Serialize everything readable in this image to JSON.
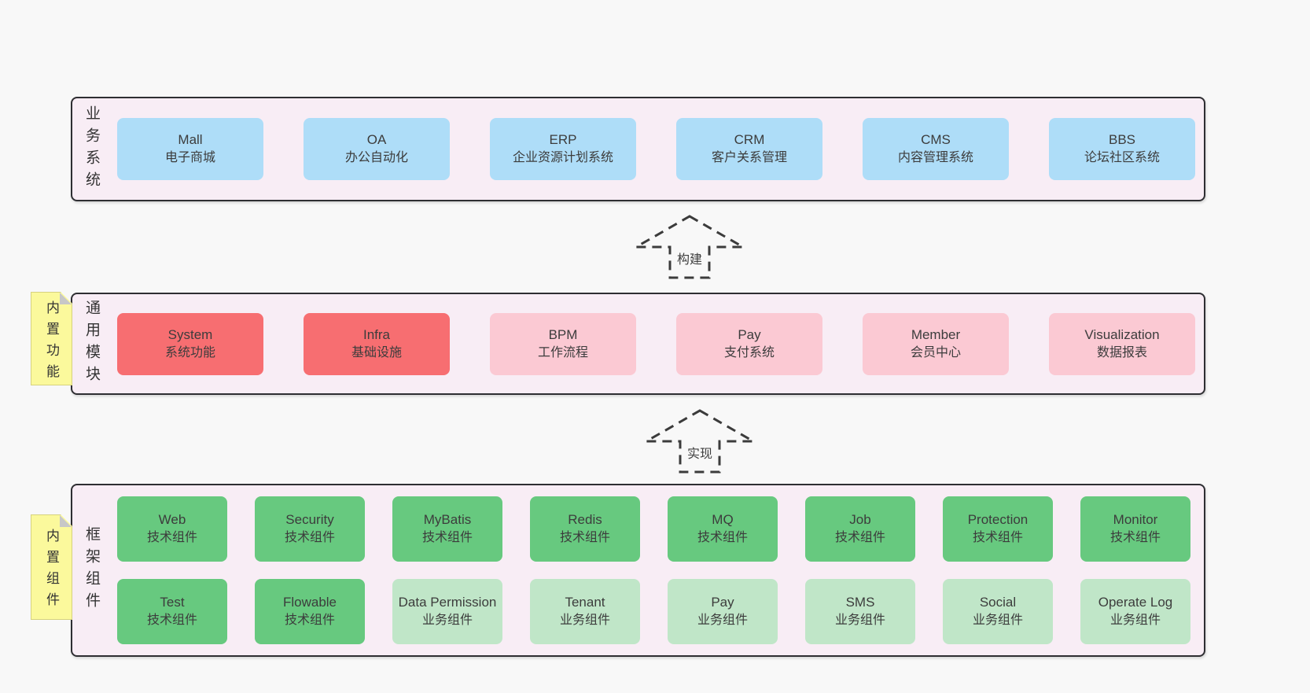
{
  "diagram": {
    "colors": {
      "page_bg": "#f8f8f8",
      "layer_bg": "#f8edf5",
      "layer_border": "#2e2e32",
      "note_bg": "#fbf99c",
      "blue": "#aeddf8",
      "red": "#f76e71",
      "pink": "#fbc9d3",
      "green": "#67c97f",
      "lightgreen": "#c0e6c8"
    },
    "arrows": [
      {
        "label": "构建"
      },
      {
        "label": "实现"
      }
    ],
    "notes": [
      {
        "text": "内置功能"
      },
      {
        "text": "内置组件"
      }
    ],
    "layers": [
      {
        "id": "business-systems",
        "label": "业务系统",
        "rows": [
          [
            {
              "title": "Mall",
              "subtitle": "电子商城",
              "variant": "blue"
            },
            {
              "title": "OA",
              "subtitle": "办公自动化",
              "variant": "blue"
            },
            {
              "title": "ERP",
              "subtitle": "企业资源计划系统",
              "variant": "blue"
            },
            {
              "title": "CRM",
              "subtitle": "客户关系管理",
              "variant": "blue"
            },
            {
              "title": "CMS",
              "subtitle": "内容管理系统",
              "variant": "blue"
            },
            {
              "title": "BBS",
              "subtitle": "论坛社区系统",
              "variant": "blue"
            }
          ]
        ]
      },
      {
        "id": "common-modules",
        "label": "通用模块",
        "rows": [
          [
            {
              "title": "System",
              "subtitle": "系统功能",
              "variant": "red"
            },
            {
              "title": "Infra",
              "subtitle": "基础设施",
              "variant": "red"
            },
            {
              "title": "BPM",
              "subtitle": "工作流程",
              "variant": "pink"
            },
            {
              "title": "Pay",
              "subtitle": "支付系统",
              "variant": "pink"
            },
            {
              "title": "Member",
              "subtitle": "会员中心",
              "variant": "pink"
            },
            {
              "title": "Visualization",
              "subtitle": "数据报表",
              "variant": "pink"
            }
          ]
        ]
      },
      {
        "id": "framework-components",
        "label": "框架组件",
        "rows": [
          [
            {
              "title": "Web",
              "subtitle": "技术组件",
              "variant": "green"
            },
            {
              "title": "Security",
              "subtitle": "技术组件",
              "variant": "green"
            },
            {
              "title": "MyBatis",
              "subtitle": "技术组件",
              "variant": "green"
            },
            {
              "title": "Redis",
              "subtitle": "技术组件",
              "variant": "green"
            },
            {
              "title": "MQ",
              "subtitle": "技术组件",
              "variant": "green"
            },
            {
              "title": "Job",
              "subtitle": "技术组件",
              "variant": "green"
            },
            {
              "title": "Protection",
              "subtitle": "技术组件",
              "variant": "green"
            },
            {
              "title": "Monitor",
              "subtitle": "技术组件",
              "variant": "green"
            }
          ],
          [
            {
              "title": "Test",
              "subtitle": "技术组件",
              "variant": "green"
            },
            {
              "title": "Flowable",
              "subtitle": "技术组件",
              "variant": "green"
            },
            {
              "title": "Data Permission",
              "subtitle": "业务组件",
              "variant": "lightgreen"
            },
            {
              "title": "Tenant",
              "subtitle": "业务组件",
              "variant": "lightgreen"
            },
            {
              "title": "Pay",
              "subtitle": "业务组件",
              "variant": "lightgreen"
            },
            {
              "title": "SMS",
              "subtitle": "业务组件",
              "variant": "lightgreen"
            },
            {
              "title": "Social",
              "subtitle": "业务组件",
              "variant": "lightgreen"
            },
            {
              "title": "Operate Log",
              "subtitle": "业务组件",
              "variant": "lightgreen"
            }
          ]
        ]
      }
    ]
  }
}
